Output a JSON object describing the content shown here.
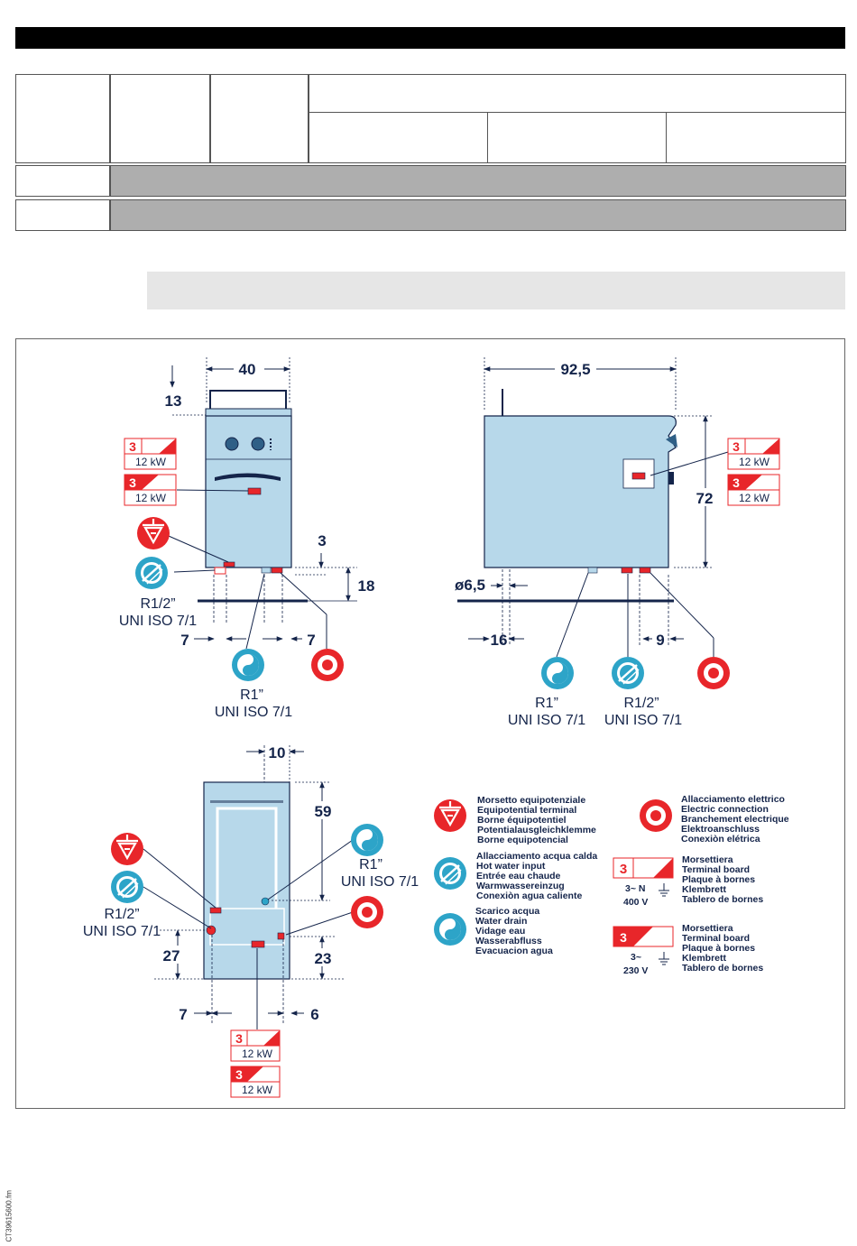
{
  "footer": {
    "file_code": "CT39615600.fm"
  },
  "legend": {
    "equipotential": [
      "Morsetto equipotenziale",
      "Equipotential terminal",
      "Borne équipotentiel",
      "Potentialausgleichklemme",
      "Borne equipotencial"
    ],
    "electric": [
      "Allacciamento elettrico",
      "Electric connection",
      "Branchement electrique",
      "Elektroanschluss",
      "Conexiòn elétrica"
    ],
    "hot_water": [
      "Allacciamento acqua calda",
      "Hot water input",
      "Entrée eau chaude",
      "Warmwassereinzug",
      "Conexiòn agua caliente"
    ],
    "drain": [
      "Scarico acqua",
      "Water drain",
      "Vidage eau",
      "Wasserabfluss",
      "Evacuacion agua"
    ],
    "terminal_400": [
      "Morsettiera",
      "Terminal board",
      "Plaque à bornes",
      "Klembrett",
      "Tablero de bornes"
    ],
    "terminal_230": [
      "Morsettiera",
      "Terminal board",
      "Plaque à bornes",
      "Klembrett",
      "Tablero de bornes"
    ],
    "label_400": "3~ N",
    "volt_400": "400 V",
    "label_230": "3~",
    "volt_230": "230 V"
  },
  "power_box": {
    "phase": "3",
    "power": "12 kW"
  },
  "connections": {
    "water_in": "R1/2”",
    "water_in_std": "UNI ISO 7/1",
    "drain": "R1”",
    "drain_std": "UNI ISO 7/1"
  },
  "front_view": {
    "width": "40",
    "top_height": "13",
    "foot_gap": "3",
    "foot_height": "18",
    "left_offset": "7",
    "right_offset": "7"
  },
  "side_view": {
    "depth": "92,5",
    "height": "72",
    "foot_dia": "ø6,5",
    "left_offset": "16",
    "right_offset": "9"
  },
  "top_view": {
    "top_offset": "10",
    "depth_offset": "59",
    "left_height": "27",
    "right_height": "23",
    "left_offset": "7",
    "right_offset": "6"
  },
  "colors": {
    "ink": "#14244a",
    "red": "#e8262a",
    "cyan": "#2da4c8",
    "cabinet": "#b7d8ea"
  }
}
